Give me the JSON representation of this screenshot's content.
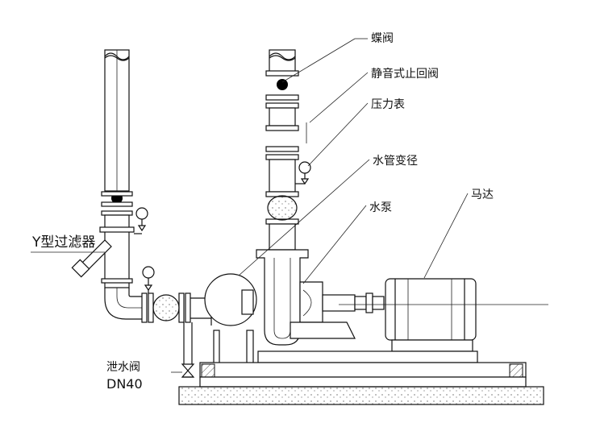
{
  "labels": {
    "butterfly_valve": "蝶阀",
    "check_valve": "静音式止回阀",
    "pressure_gauge": "压力表",
    "pipe_reducer": "水管变径",
    "water_pump": "水泵",
    "motor": "马达",
    "y_strainer": "Y型过滤器",
    "drain_valve": "泄水阀",
    "drain_size": "DN40"
  },
  "colors": {
    "line": "#111111",
    "background": "#ffffff",
    "hatch": "#555555"
  }
}
